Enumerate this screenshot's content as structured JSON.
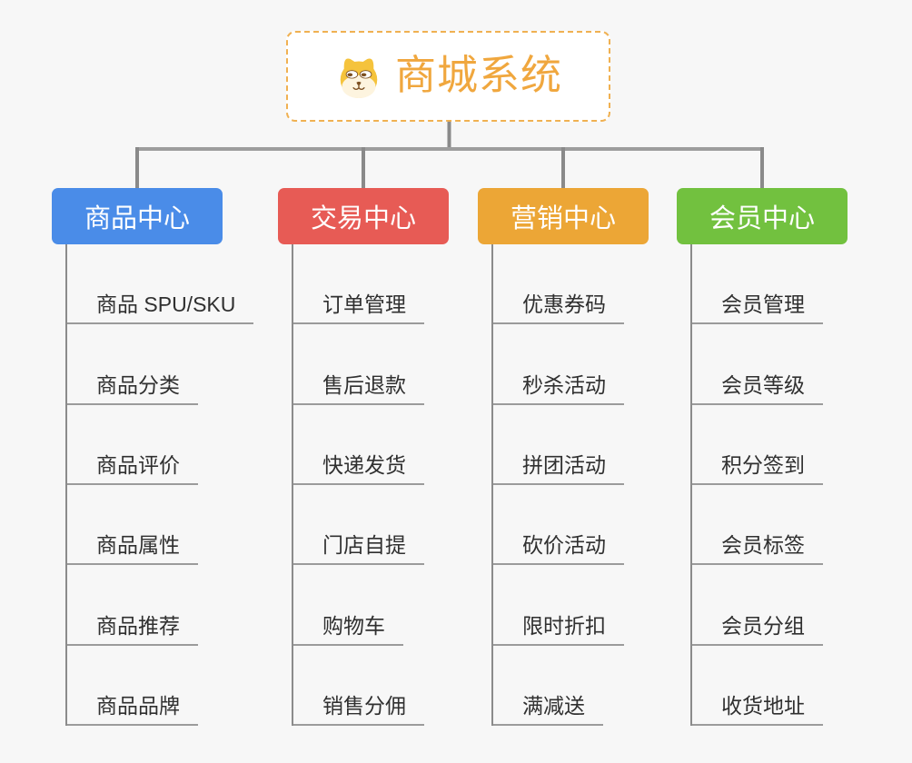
{
  "root": {
    "title": "商城系统",
    "icon": "dog-face-icon"
  },
  "branches": [
    {
      "label": "商品中心",
      "color": "#4a8ce8",
      "items": [
        "商品 SPU/SKU",
        "商品分类",
        "商品评价",
        "商品属性",
        "商品推荐",
        "商品品牌"
      ]
    },
    {
      "label": "交易中心",
      "color": "#e75b55",
      "items": [
        "订单管理",
        "售后退款",
        "快递发货",
        "门店自提",
        "购物车",
        "销售分佣"
      ]
    },
    {
      "label": "营销中心",
      "color": "#eca636",
      "items": [
        "优惠券码",
        "秒杀活动",
        "拼团活动",
        "砍价活动",
        "限时折扣",
        "满减送"
      ]
    },
    {
      "label": "会员中心",
      "color": "#72c13f",
      "items": [
        "会员管理",
        "会员等级",
        "积分签到",
        "会员标签",
        "会员分组",
        "收货地址"
      ]
    }
  ],
  "colors": {
    "background": "#f7f7f7",
    "root_border": "#f0b152",
    "root_text": "#f0a73e",
    "connector_trunk": "#8a8a8a",
    "connector_bus": "#9d9d9d",
    "leaf_spine": "#8b8b8b",
    "leaf_underline": "#9b9b9b",
    "leaf_text": "#303030",
    "branch_text": "#ffffff"
  }
}
